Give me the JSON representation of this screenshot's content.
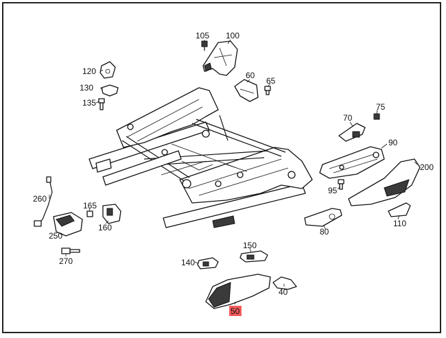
{
  "labels": [
    {
      "id": "p105",
      "text": "105"
    },
    {
      "id": "p100",
      "text": "100"
    },
    {
      "id": "p120",
      "text": "120"
    },
    {
      "id": "p130",
      "text": "130"
    },
    {
      "id": "p135",
      "text": "135"
    },
    {
      "id": "p60",
      "text": "60"
    },
    {
      "id": "p65",
      "text": "65"
    },
    {
      "id": "p70",
      "text": "70"
    },
    {
      "id": "p75",
      "text": "75"
    },
    {
      "id": "p90",
      "text": "90"
    },
    {
      "id": "p200",
      "text": "200"
    },
    {
      "id": "p95",
      "text": "95"
    },
    {
      "id": "p260",
      "text": "260"
    },
    {
      "id": "p165",
      "text": "165"
    },
    {
      "id": "p160",
      "text": "160"
    },
    {
      "id": "p250",
      "text": "250"
    },
    {
      "id": "p270",
      "text": "270"
    },
    {
      "id": "p80",
      "text": "80"
    },
    {
      "id": "p110",
      "text": "110"
    },
    {
      "id": "p150",
      "text": "150"
    },
    {
      "id": "p140",
      "text": "140"
    },
    {
      "id": "p40",
      "text": "40"
    },
    {
      "id": "p50",
      "text": "50"
    }
  ],
  "highlight_color": "#f25a5a"
}
